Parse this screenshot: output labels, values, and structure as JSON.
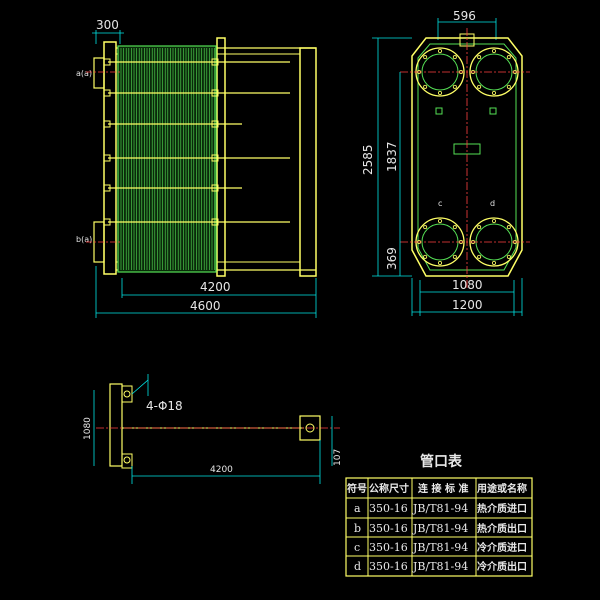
{
  "front_view": {
    "dim_top": "300",
    "dim_inner_width": "4200",
    "dim_total_width": "4600",
    "port_a_label": "a(a)",
    "port_b_label": "b(a)"
  },
  "side_view": {
    "dim_top_width": "596",
    "dim_height_total": "2585",
    "dim_height_mid": "1837",
    "dim_height_low": "369",
    "dim_inner_bottom": "1080",
    "dim_outer_bottom": "1200",
    "port_c_label": "c",
    "port_d_label": "d"
  },
  "plan_view": {
    "dim_holes": "4-Φ18",
    "dim_left_height": "1080",
    "dim_length": "4200",
    "dim_right": "107"
  },
  "nozzle_table": {
    "title": "管口表",
    "headers": [
      "符号",
      "公称尺寸",
      "连 接 标 准",
      "用途或名称"
    ],
    "rows": [
      [
        "a",
        "350-16",
        "JB/T81-94",
        "热介质进口"
      ],
      [
        "b",
        "350-16",
        "JB/T81-94",
        "热介质出口"
      ],
      [
        "c",
        "350-16",
        "JB/T81-94",
        "冷介质进口"
      ],
      [
        "d",
        "350-16",
        "JB/T81-94",
        "冷介质出口"
      ]
    ]
  },
  "colors": {
    "outline": "#ffff66",
    "plates": "#55e055",
    "dimension": "#00e5e5",
    "centerline": "#ff4040",
    "table_lines": "#ffff66",
    "background": "#000000"
  }
}
